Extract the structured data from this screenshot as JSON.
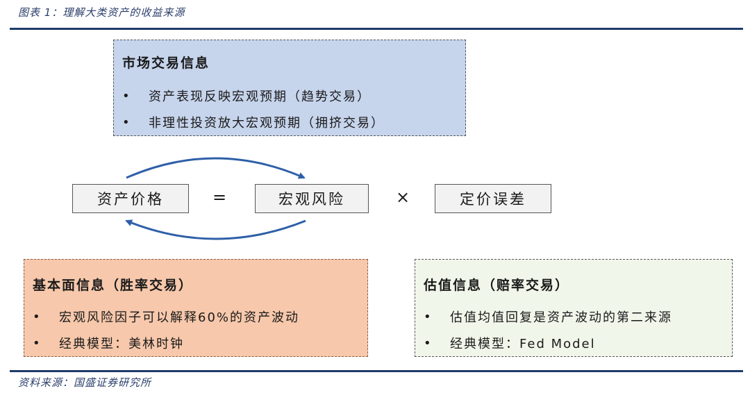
{
  "figure": {
    "title": "图表 1：理解大类资产的收益来源",
    "source": "资料来源：国盛证券研究所"
  },
  "market_box": {
    "header": "市场交易信息",
    "items": [
      "资产表现反映宏观预期（趋势交易）",
      "非理性投资放大宏观预期（拥挤交易）"
    ]
  },
  "equation": {
    "term1": "资产价格",
    "eq": "=",
    "term2": "宏观风险",
    "times": "×",
    "term3": "定价误差"
  },
  "fundamental_box": {
    "header": "基本面信息（胜率交易）",
    "items": [
      "宏观风险因子可以解释60%的资产波动",
      "经典模型：美林时钟"
    ]
  },
  "valuation_box": {
    "header": "估值信息（赔率交易）",
    "items": [
      "估值均值回复是资产波动的第二来源",
      "经典模型：Fed Model"
    ]
  },
  "bullet": "•",
  "colors": {
    "rule": "#1f3a6b",
    "market_fill": "#c6d4ec",
    "fundamental_fill": "#f7c8ab",
    "valuation_fill": "#f1f6ea",
    "arrow": "#2e5fa8"
  }
}
